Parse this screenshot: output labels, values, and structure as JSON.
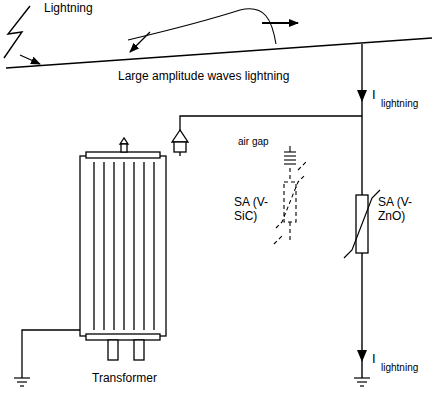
{
  "diagram": {
    "labels": [
      "Lightning",
      "Large amplitude waves lightning",
      "I",
      "lightning",
      "air gap",
      "SA (V-SiC)",
      "SA (V-ZnO)",
      "I",
      "lightning",
      "Transformer"
    ]
  }
}
